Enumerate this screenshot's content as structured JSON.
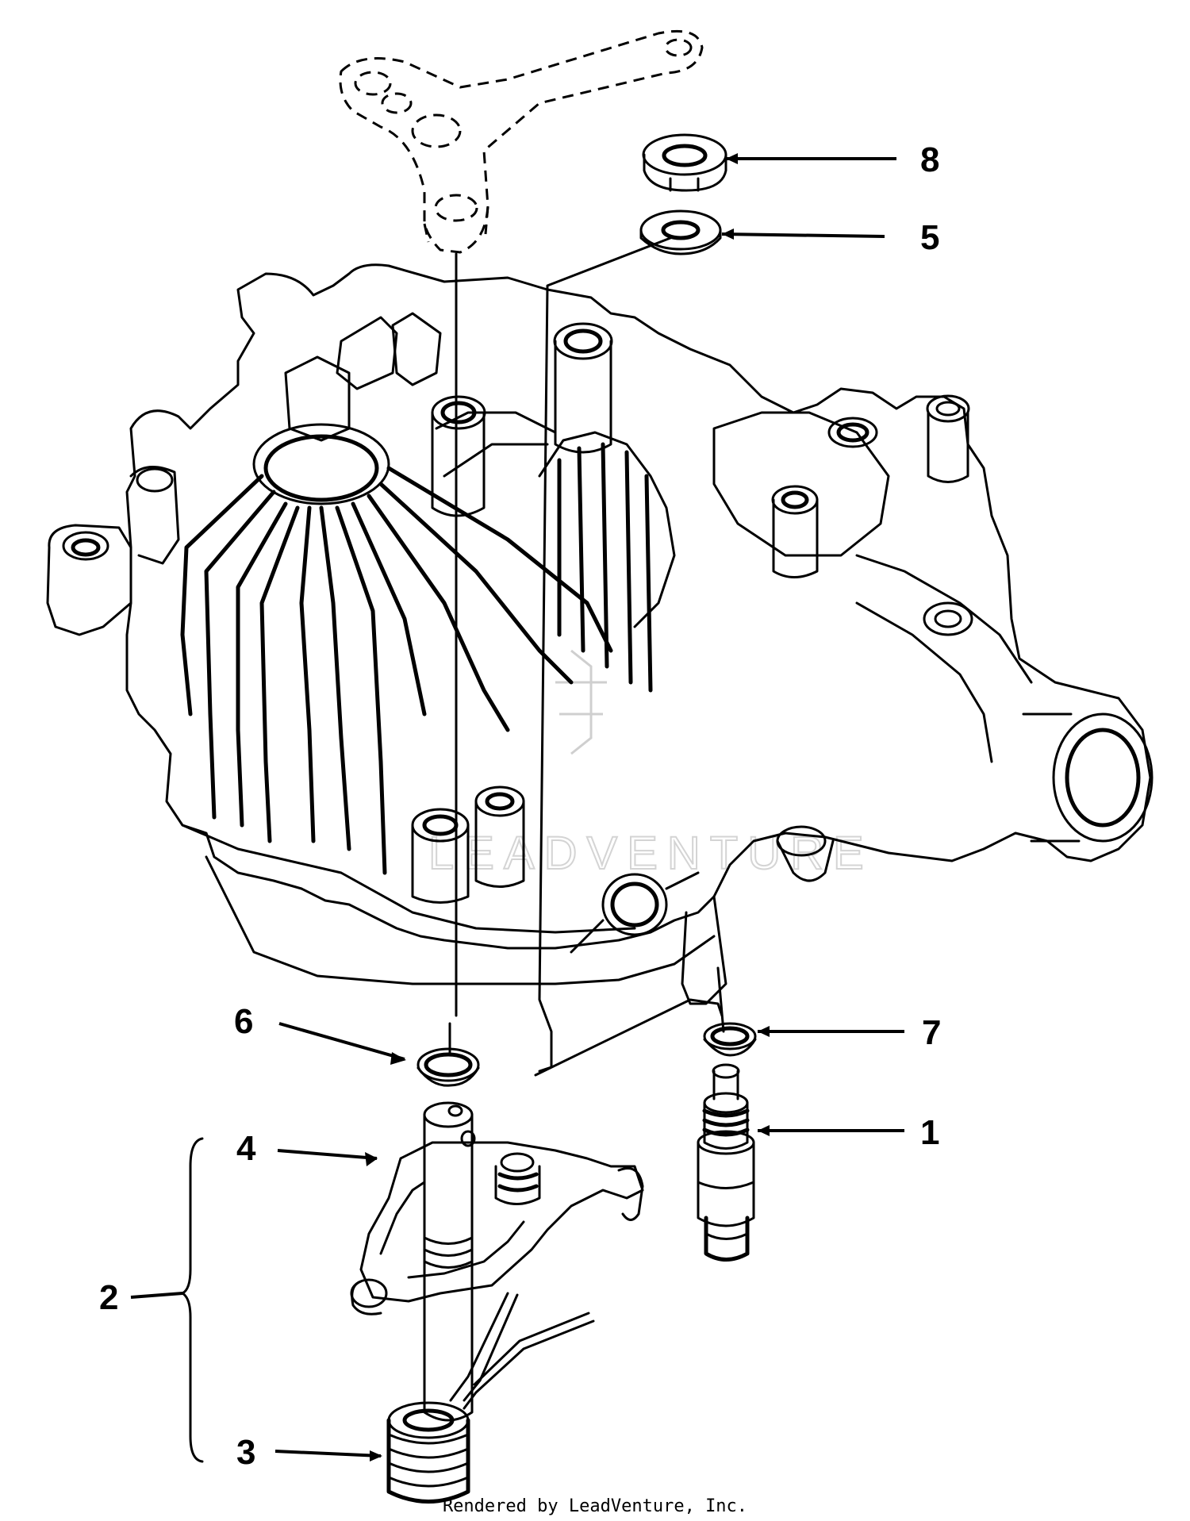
{
  "diagram": {
    "callouts": [
      {
        "id": "8",
        "label": "8"
      },
      {
        "id": "5",
        "label": "5"
      },
      {
        "id": "6",
        "label": "6"
      },
      {
        "id": "7",
        "label": "7"
      },
      {
        "id": "4",
        "label": "4"
      },
      {
        "id": "1",
        "label": "1"
      },
      {
        "id": "2",
        "label": "2"
      },
      {
        "id": "3",
        "label": "3"
      }
    ],
    "watermark": "LEADVENTURE",
    "footer": "Rendered by LeadVenture, Inc."
  }
}
